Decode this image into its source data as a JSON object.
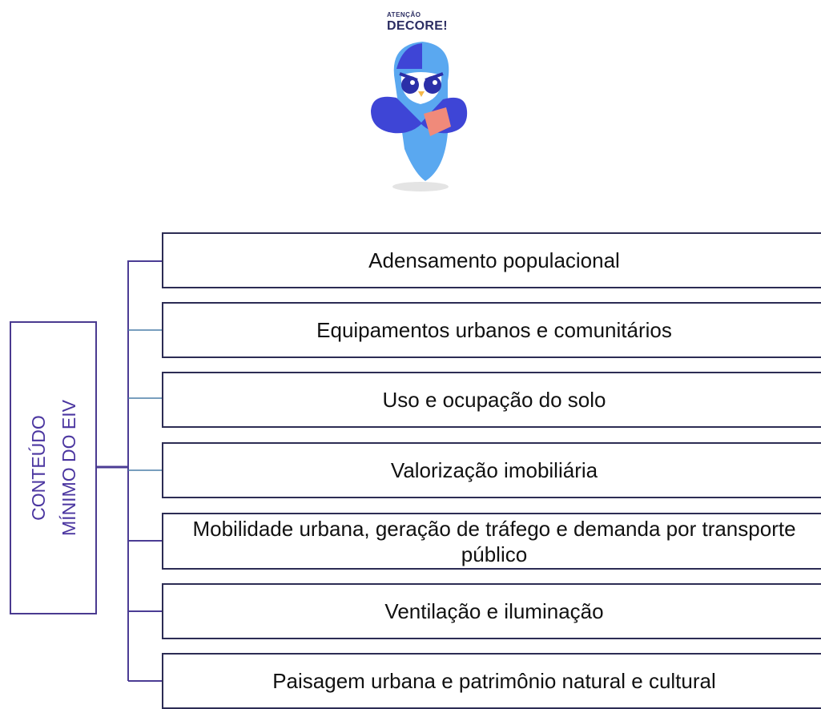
{
  "logo": {
    "badge_small": "ATENÇÃO",
    "badge_large": "DECORE!"
  },
  "diagram": {
    "root": {
      "line1": "CONTEÚDO",
      "line2": "MÍNIMO DO EIV"
    },
    "items": [
      "Adensamento populacional",
      "Equipamentos urbanos e comunitários",
      "Uso e ocupação do solo",
      "Valorização imobiliária",
      "Mobilidade urbana, geração de tráfego e demanda por transporte público",
      "Ventilação e iluminação",
      "Paisagem urbana e patrimônio natural e cultural"
    ]
  },
  "colors": {
    "root_border": "#4a3a90",
    "root_text": "#4b36a0",
    "connector": "#4b3c94",
    "item_border": "#2c2c54",
    "owl_blue": "#3e45d6",
    "owl_light": "#5aa8f0",
    "owl_accent": "#f08a7a"
  }
}
